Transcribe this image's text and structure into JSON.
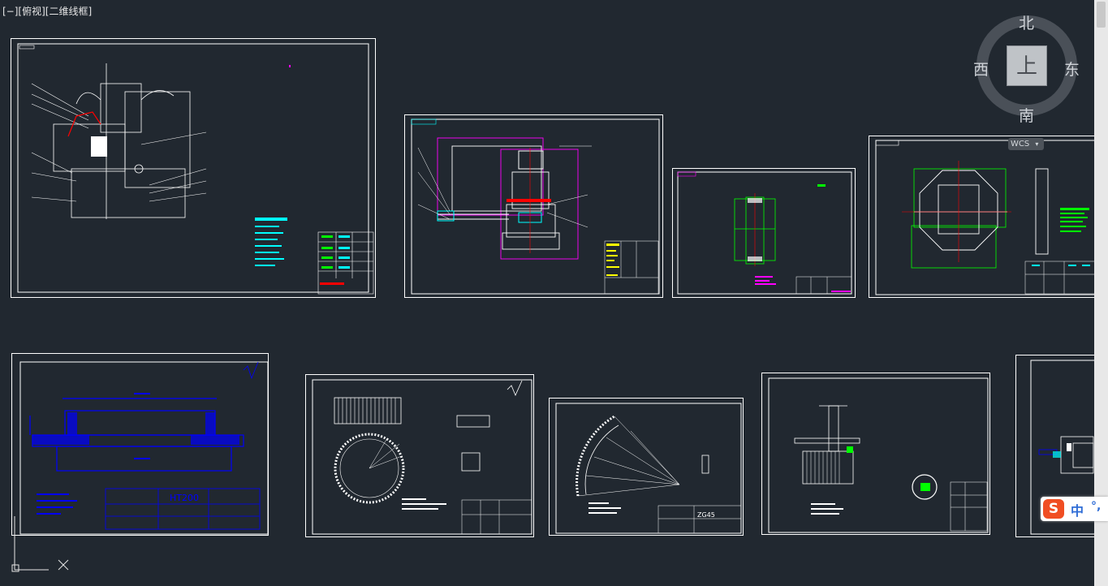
{
  "viewport_label": "[−][俯视][二维线框]",
  "viewcube": {
    "north": "北",
    "south": "南",
    "east": "东",
    "west": "西",
    "face": "上",
    "coordinate_system": "WCS"
  },
  "sheets": [
    {
      "id": "sheet-1",
      "materials": []
    },
    {
      "id": "sheet-2",
      "materials": []
    },
    {
      "id": "sheet-3",
      "materials": []
    },
    {
      "id": "sheet-4",
      "materials": []
    },
    {
      "id": "sheet-5",
      "materials": [
        "HT200"
      ]
    },
    {
      "id": "sheet-6",
      "materials": []
    },
    {
      "id": "sheet-7",
      "materials": [
        "ZG45"
      ]
    },
    {
      "id": "sheet-8",
      "materials": []
    },
    {
      "id": "sheet-9",
      "materials": []
    }
  ],
  "ime_toolbar": {
    "lang": "中",
    "punctuation": "°,"
  },
  "colors": {
    "background": "#212830",
    "line": "#ffffff",
    "cyan": "#00ffff",
    "blue": "#0000ff",
    "green": "#00ff00",
    "magenta": "#ff00ff",
    "yellow": "#ffff00",
    "red": "#ff0000"
  }
}
